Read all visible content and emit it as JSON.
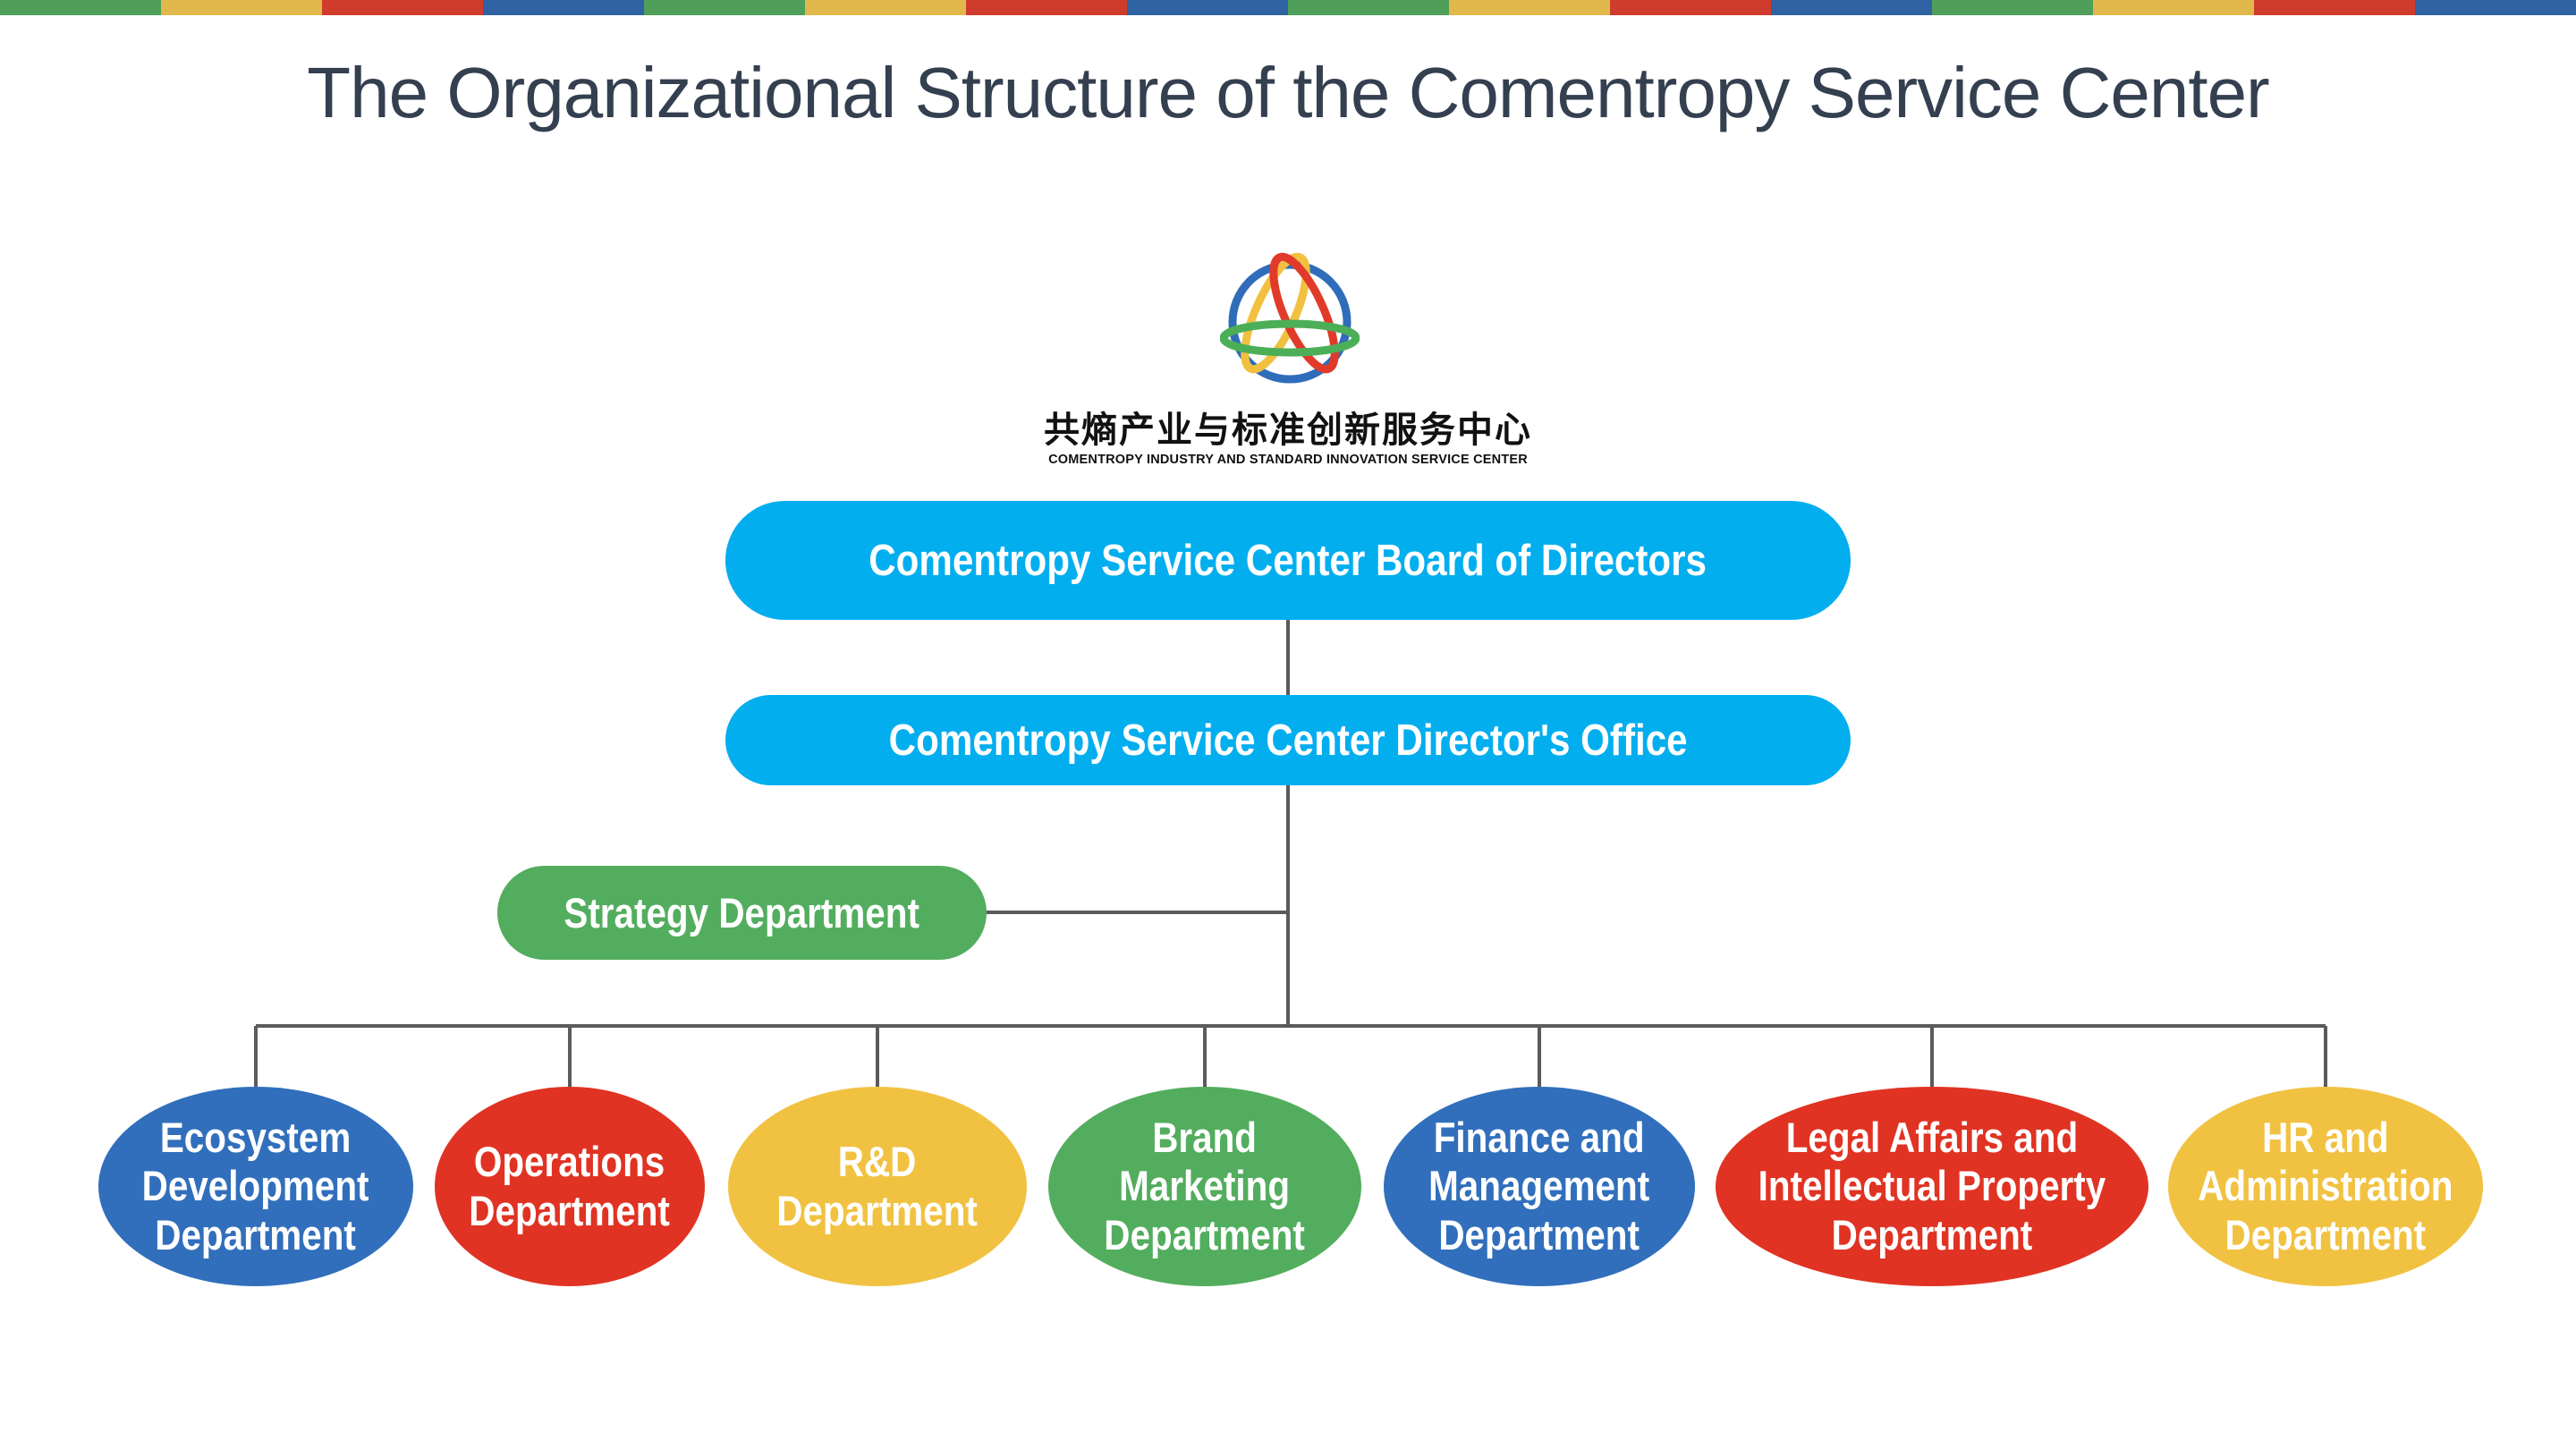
{
  "colors": {
    "stripe": [
      "#4f9e5a",
      "#e1b84c",
      "#d03c2c",
      "#2f62a2"
    ],
    "title": "#343f50",
    "cyan": "#03aeef",
    "green": "#53ad5e",
    "blue": "#316fbc",
    "red": "#e03323",
    "yellow": "#f1c242",
    "connector": "#5b5b5d"
  },
  "header": {
    "title": "The Organizational Structure of the Comentropy Service Center"
  },
  "logo": {
    "icon": "interlocked-rings-logo-icon",
    "name_cn": "共熵产业与标准创新服务中心",
    "name_en": "COMENTROPY INDUSTRY AND STANDARD INNOVATION SERVICE CENTER"
  },
  "org": {
    "board": {
      "label": "Comentropy Service Center Board of Directors",
      "color": "cyan"
    },
    "office": {
      "label": "Comentropy Service Center Director's Office",
      "color": "cyan"
    },
    "strategy": {
      "label": "Strategy Department",
      "color": "green"
    },
    "departments": [
      {
        "label": "Ecosystem\nDevelopment\nDepartment",
        "color": "blue"
      },
      {
        "label": "Operations\nDepartment",
        "color": "red"
      },
      {
        "label": "R&D\nDepartment",
        "color": "yellow"
      },
      {
        "label": "Brand\nMarketing\nDepartment",
        "color": "green"
      },
      {
        "label": "Finance and\nManagement\nDepartment",
        "color": "blue"
      },
      {
        "label": "Legal Affairs and\nIntellectual Property\nDepartment",
        "color": "red"
      },
      {
        "label": "HR and\nAdministration\nDepartment",
        "color": "yellow"
      }
    ]
  }
}
